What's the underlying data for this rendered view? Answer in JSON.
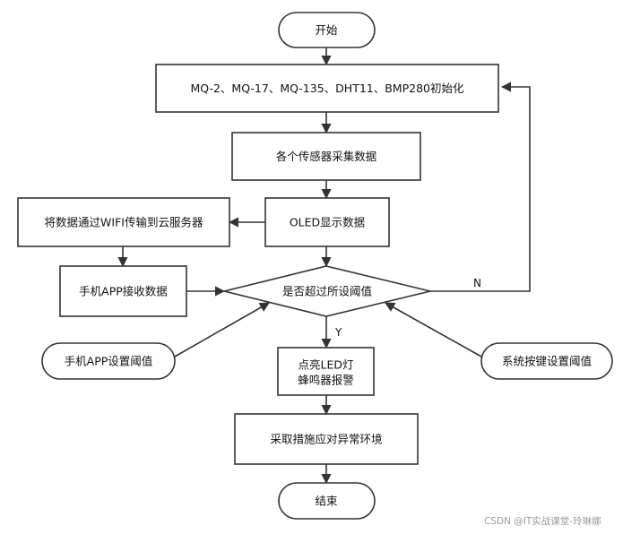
{
  "nodes": {
    "start": "开始",
    "init": "MQ-2、MQ-17、MQ-135、DHT11、BMP280初始化",
    "collect": "各个传感器采集数据",
    "oled": "OLED显示数据",
    "wifi": "将数据通过WIFI传输到云服务器",
    "app_receive": "手机APP接收数据",
    "decision": "是否超过所设阈值",
    "app_set": "手机APP设置阈值",
    "key_set": "系统按键设置阈值",
    "alarm_line1": "点亮LED灯",
    "alarm_line2": "蜂鸣器报警",
    "measures": "采取措施应对异常环境",
    "end": "结束"
  },
  "edge_labels": {
    "yes": "Y",
    "no": "N"
  },
  "watermark": "CSDN @IT实战课堂-玲琳娜"
}
